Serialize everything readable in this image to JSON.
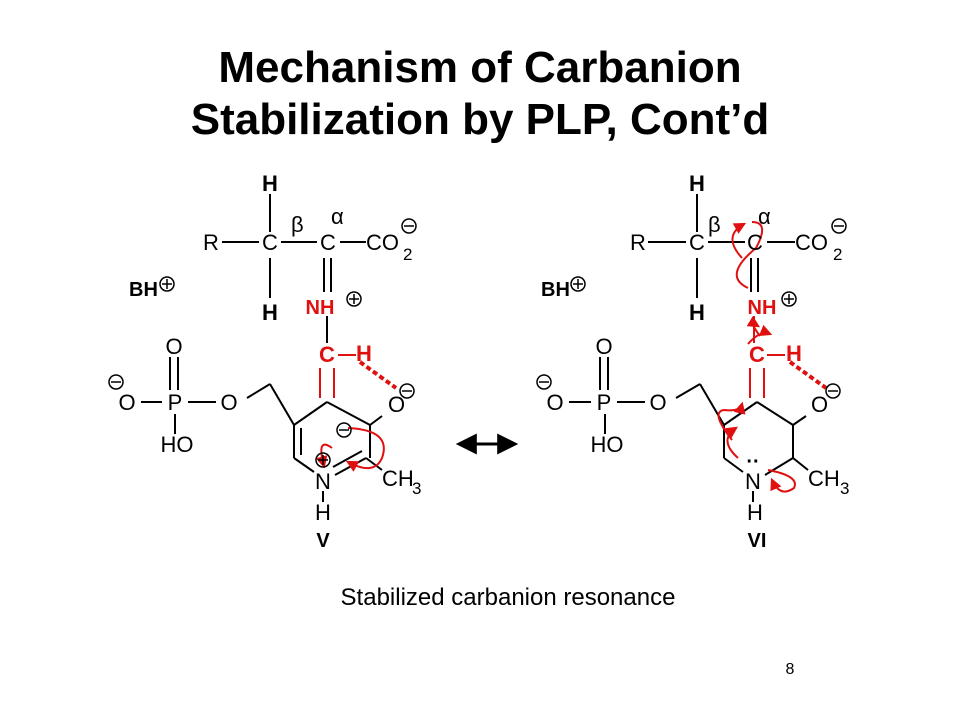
{
  "title": {
    "line1": "Mechanism of Carbanion",
    "line2": "Stabilization by PLP, Cont’d"
  },
  "caption": "Stabilized carbanion resonance",
  "page_number": "8",
  "colors": {
    "text": "#000000",
    "mechanism": "#e01010"
  },
  "labels": {
    "H": "H",
    "R": "R",
    "C": "C",
    "CO": "CO",
    "two": "2",
    "three": "3",
    "BH": "BH",
    "NH": "NH",
    "N": "N",
    "O": "O",
    "P": "P",
    "HO": "HO",
    "CH": "CH",
    "alpha": "α",
    "beta": "β",
    "lone_pair": "··"
  },
  "structures": [
    {
      "label": "V"
    },
    {
      "label": "VI"
    }
  ],
  "icons": {
    "resonance": "double-headed-arrow",
    "charge_plus": "circled-plus",
    "charge_minus": "circled-minus"
  }
}
